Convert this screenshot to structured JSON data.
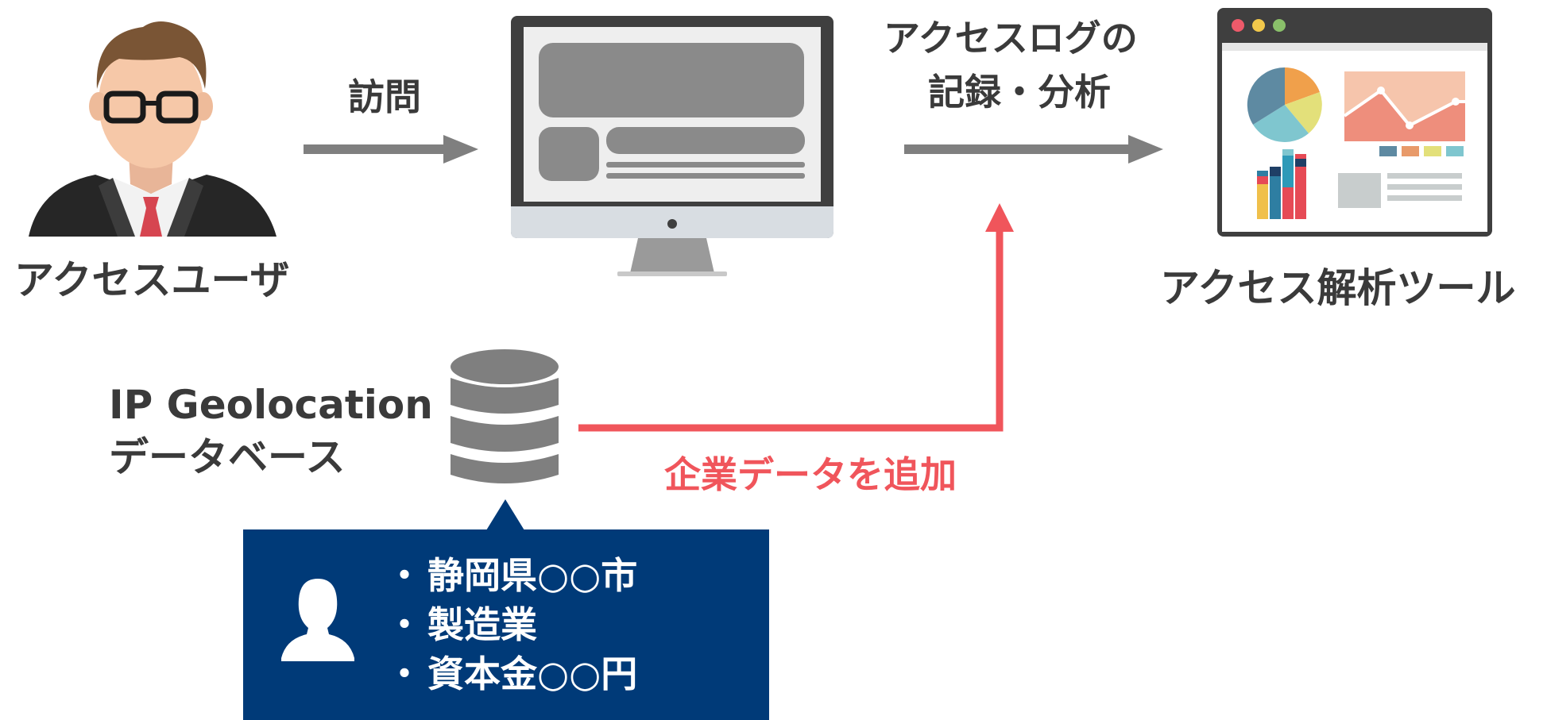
{
  "nodes": {
    "access_user": "アクセスユーザ",
    "access_tool": "アクセス解析ツール",
    "geo_db_line1": "IP Geolocation",
    "geo_db_line2": "データベース"
  },
  "edges": {
    "visit": "訪問",
    "log_line1": "アクセスログの",
    "log_line2": "記録・分析",
    "add_company_data": "企業データを追加"
  },
  "info_box": {
    "bullet": "・",
    "items": [
      "静岡県○○市",
      "製造業",
      "資本金○○円"
    ]
  },
  "colors": {
    "accent_red": "#f0555b",
    "arrow_gray": "#7f7f7f",
    "info_navy": "#003a78",
    "text_dark": "#3a3a3a"
  },
  "icons": [
    "businessman-icon",
    "desktop-monitor-icon",
    "analytics-dashboard-icon",
    "database-icon",
    "person-silhouette-icon"
  ]
}
